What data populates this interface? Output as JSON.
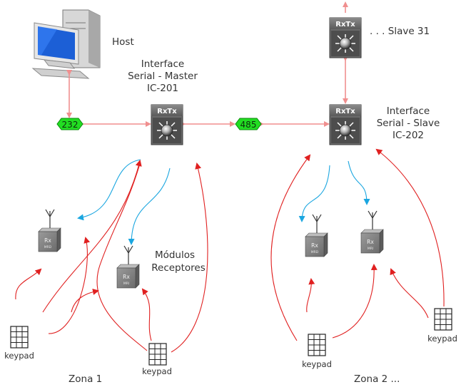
{
  "host": {
    "label": "Host"
  },
  "master": {
    "device_label": "RxTx",
    "title_lines": [
      "Interface",
      "Serial - Master",
      "IC-201"
    ]
  },
  "slave": {
    "device_label": "RxTx",
    "title_lines": [
      "Interface",
      "Serial - Slave",
      "IC-202"
    ]
  },
  "slave31": {
    "device_label": "RxTx",
    "label": ". . . Slave 31"
  },
  "links": {
    "rs232": "232",
    "rs485": "485"
  },
  "modules": {
    "title_lines": [
      "Módulos",
      "Receptores"
    ],
    "items": [
      {
        "label": "Rx",
        "sub": "MRD"
      },
      {
        "label": "Rx",
        "sub": "MRI"
      },
      {
        "label": "Rx",
        "sub": "MRD"
      },
      {
        "label": "Rx",
        "sub": "MRI"
      }
    ]
  },
  "keypads": [
    "keypad",
    "keypad",
    "keypad",
    "keypad"
  ],
  "zones": [
    "Zona 1",
    "Zona 2 ..."
  ],
  "colors": {
    "link": "#f08f8f",
    "signal": "#e02020",
    "downlink": "#1aa6e0",
    "tag": "#22dd22"
  }
}
